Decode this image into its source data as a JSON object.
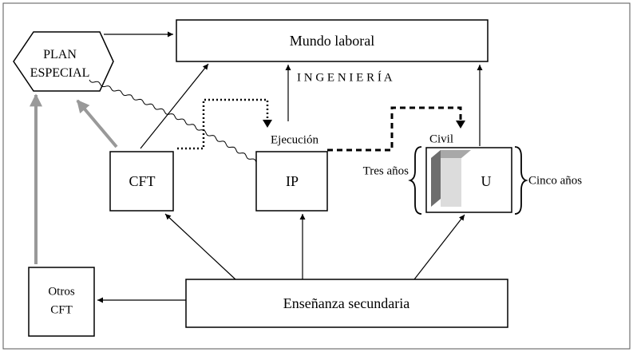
{
  "nodes": {
    "mundo_laboral": "Mundo laboral",
    "plan_especial_line1": "PLAN",
    "plan_especial_line2": "ESPECIAL",
    "ingenieria": "I N G E N I E R Í A",
    "ejecucion": "Ejecución",
    "civil": "Civil",
    "cft": "CFT",
    "ip": "IP",
    "u": "U",
    "tres_anos": "Tres años",
    "cinco_anos": "Cinco años",
    "otros_cft_line1": "Otros",
    "otros_cft_line2": "CFT",
    "ensenanza_secundaria": "Enseñanza secundaria"
  },
  "colors": {
    "line": "#000000",
    "thick_arrow": "#999999",
    "cube_front": "#dcdcdc",
    "cube_side": "#6e6e6e",
    "cube_top": "#a8a8a8"
  }
}
